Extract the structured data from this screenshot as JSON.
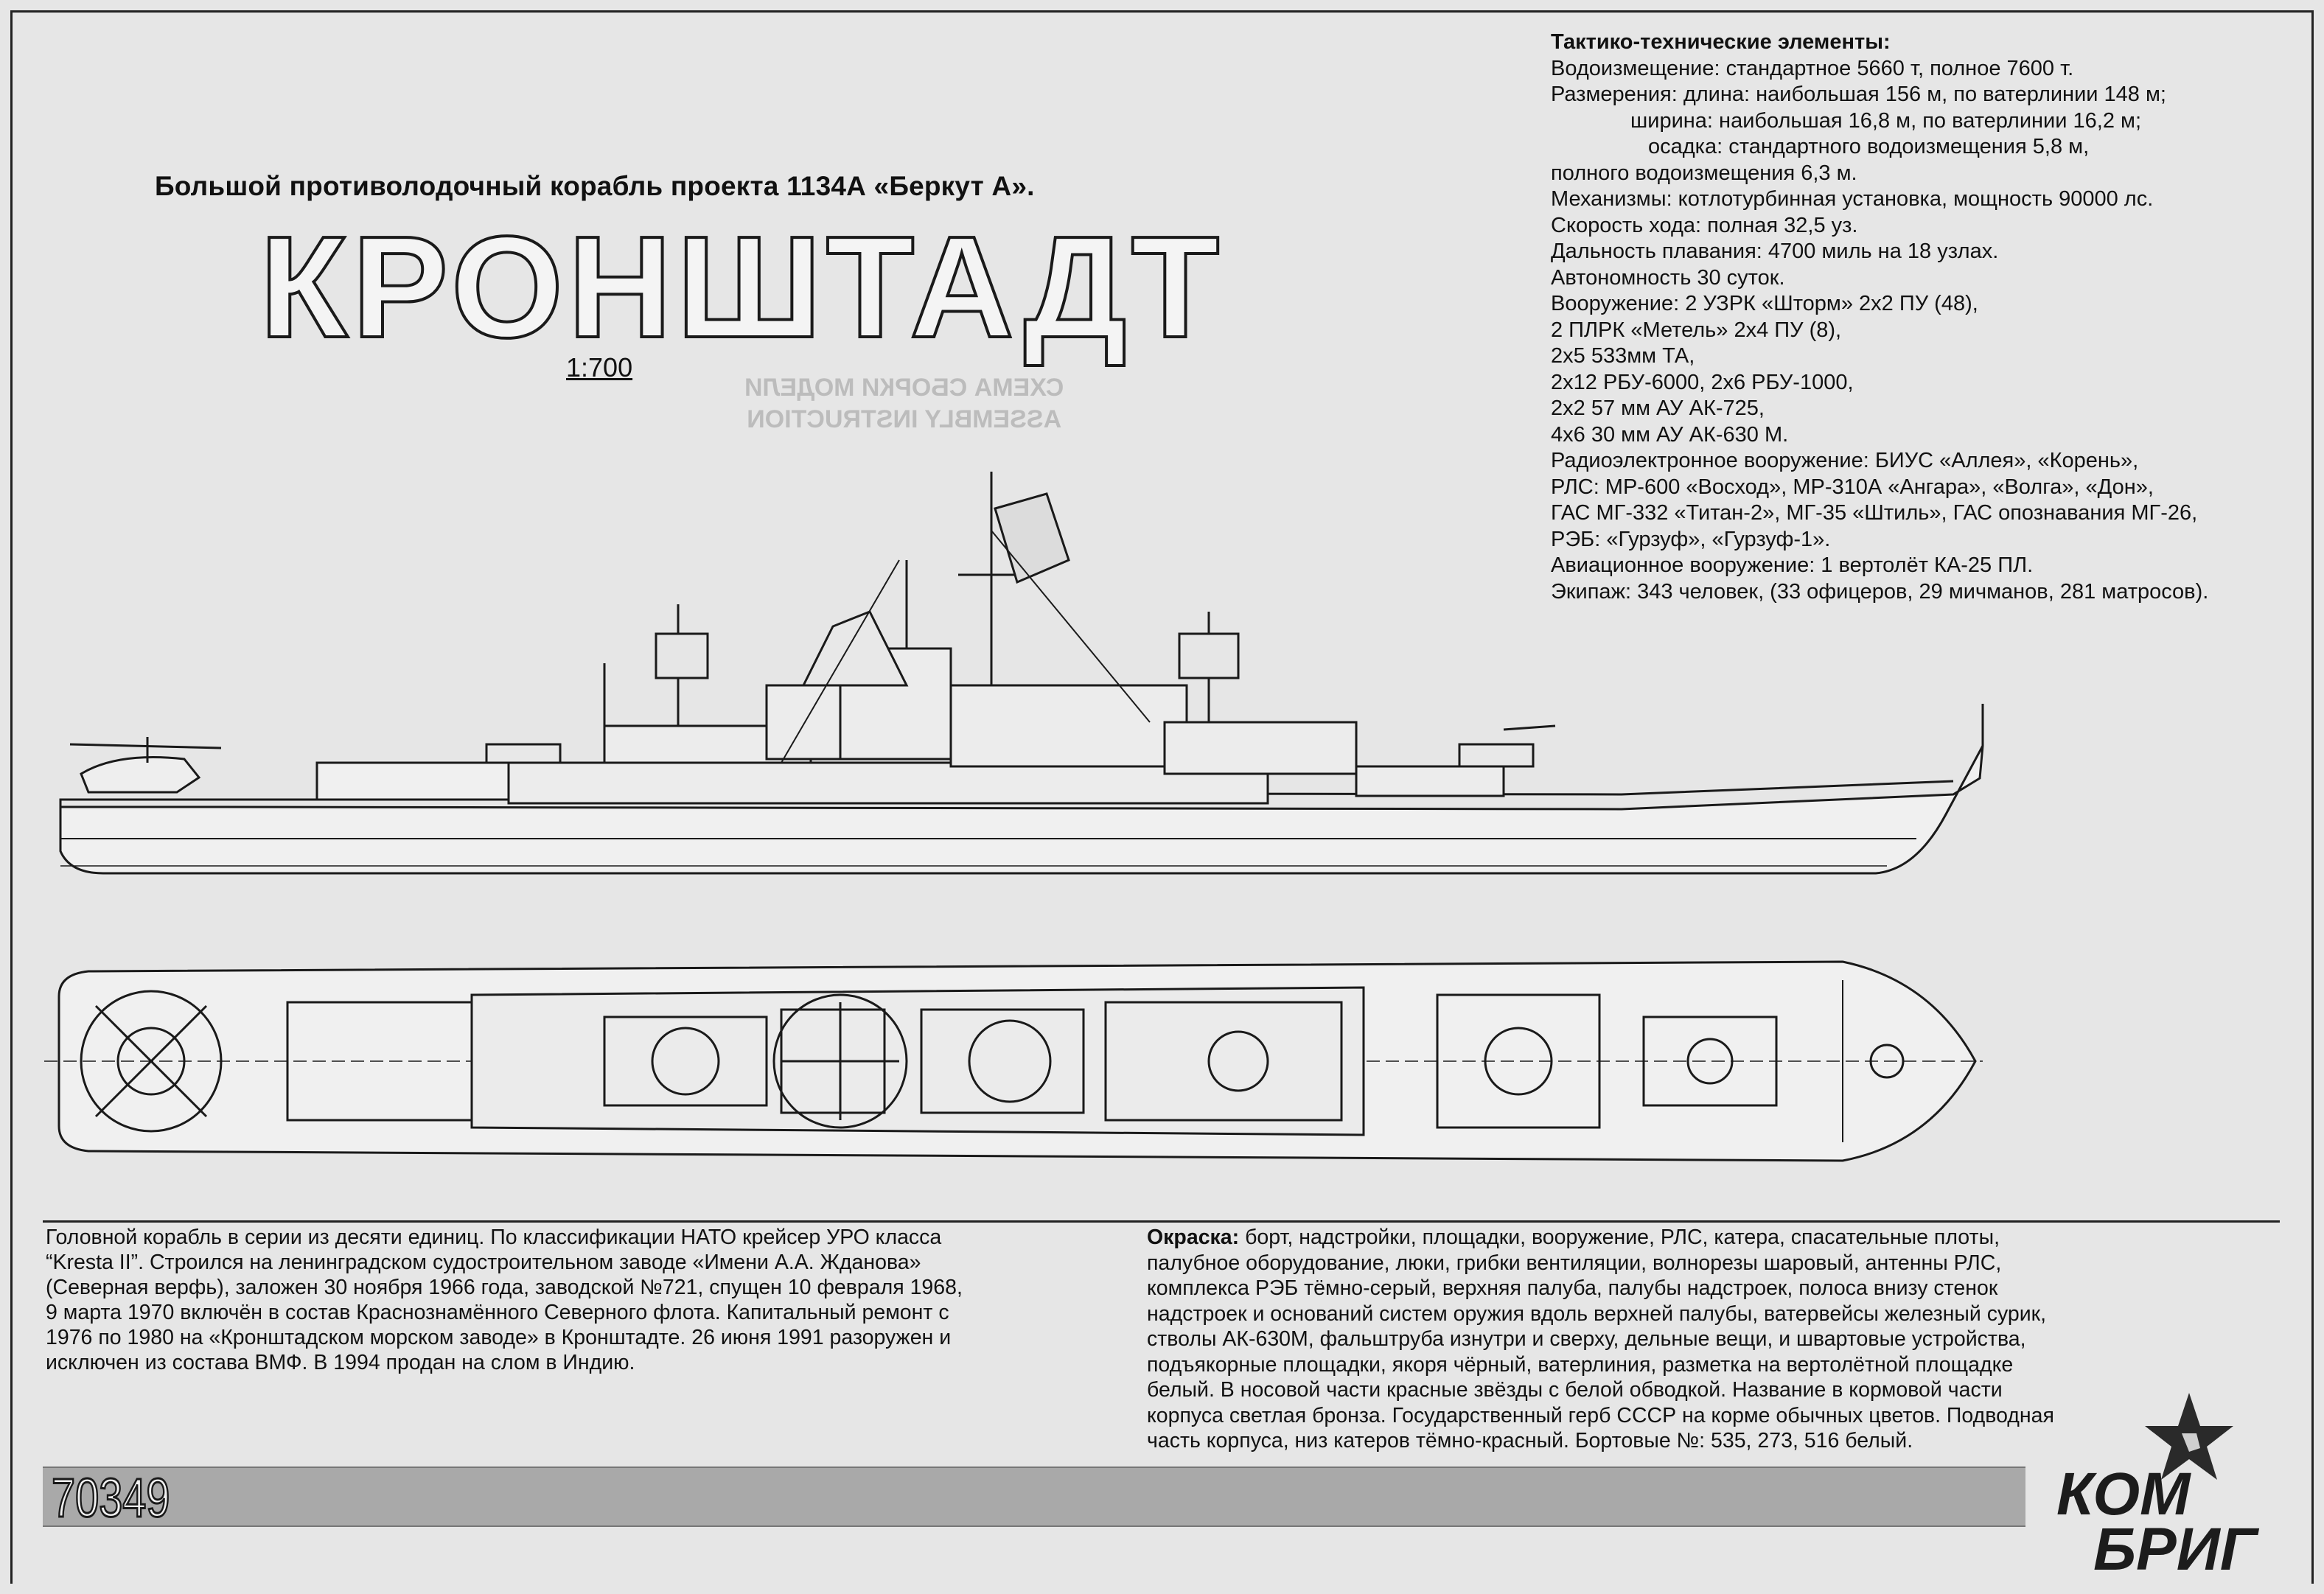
{
  "header": {
    "subtitle": "Большой противолодочный корабль проекта 1134А «Беркут А».",
    "ship_name": "КРОНШТАДТ",
    "scale": "1:700",
    "ghost_line1": "СХЕМА СБОРКИ МОДЕЛИ",
    "ghost_line2": "ASSEMBLY INSTRUCTION"
  },
  "specs": {
    "title": "Тактико-технические элементы:",
    "lines": [
      "Водоизмещение: стандартное 5660 т, полное 7600 т.",
      "Размерения: длина: наибольшая 156 м, по ватерлинии 148 м;",
      "ширина: наибольшая 16,8 м, по ватерлинии 16,2 м;",
      "осадка: стандартного водоизмещения 5,8 м,",
      "полного водоизмещения 6,3 м.",
      "Механизмы: котлотурбинная установка, мощность 90000 лс.",
      "Скорость хода: полная 32,5 уз.",
      "Дальность плавания: 4700 миль на 18 узлах.",
      "Автономность 30 суток.",
      "Вооружение: 2 УЗРК «Шторм» 2х2 ПУ (48),",
      "2 ПЛРК «Метель» 2х4 ПУ (8),",
      "2х5 533мм ТА,",
      "2х12 РБУ-6000, 2х6 РБУ-1000,",
      "2х2 57 мм АУ АК-725,",
      "4х6 30 мм АУ АК-630 М.",
      "Радиоэлектронное вооружение: БИУС «Аллея», «Корень»,",
      "РЛС: МР-600 «Восход», МР-310А «Ангара», «Волга», «Дон»,",
      "ГАС МГ-332 «Титан-2», МГ-35 «Штиль», ГАС опознавания МГ-26,",
      "РЭБ: «Гурзуф», «Гурзуф-1».",
      "Авиационное вооружение: 1 вертолёт КА-25 ПЛ.",
      "Экипаж: 343 человек, (33 офицеров, 29 мичманов, 281 матросов)."
    ]
  },
  "history": {
    "lines": [
      "Головной корабль в серии из десяти единиц. По классификации НАТО крейсер УРО класса",
      "“Kresta II”. Строился на ленинградском судостроительном заводе «Имени А.А. Жданова»",
      "(Северная верфь), заложен 30 ноября 1966 года, заводской №721, спущен 10 февраля 1968,",
      "9 марта 1970 включён в состав Краснознамённого Северного флота. Капитальный ремонт с",
      "1976 по 1980 на «Кронштадском морском заводе» в Кронштадте. 26 июня 1991 разоружен и",
      "исключен из состава ВМФ. В 1994 продан на слом в Индию."
    ]
  },
  "paint": {
    "label": "Окраска:",
    "first": " борт, надстройки, площадки, вооружение, РЛС, катера, спасательные плоты,",
    "lines": [
      "палубное оборудование, люки, грибки вентиляции, волнорезы  шаровый, антенны РЛС,",
      "комплекса РЭБ  тёмно-серый, верхняя палуба, палубы надстроек, полоса внизу стенок",
      "надстроек и оснований систем оружия вдоль верхней палубы, ватервейсы  железный сурик,",
      "стволы АК-630М, фальштруба изнутри и сверху, дельные вещи, и швартовые устройства,",
      "подъякорные площадки, якоря  чёрный, ватерлиния, разметка на вертолётной площадке",
      "белый. В носовой части красные звёзды с белой обводкой. Название в кормовой части",
      "корпуса светлая бронза. Государственный герб СССР на корме обычных цветов. Подводная",
      "часть корпуса, низ катеров  тёмно-красный. Бортовые №: 535, 273, 516 белый."
    ]
  },
  "footer": {
    "catalog_number": "70349",
    "logo_top": "КОМ",
    "logo_bottom": "БРИГ"
  }
}
